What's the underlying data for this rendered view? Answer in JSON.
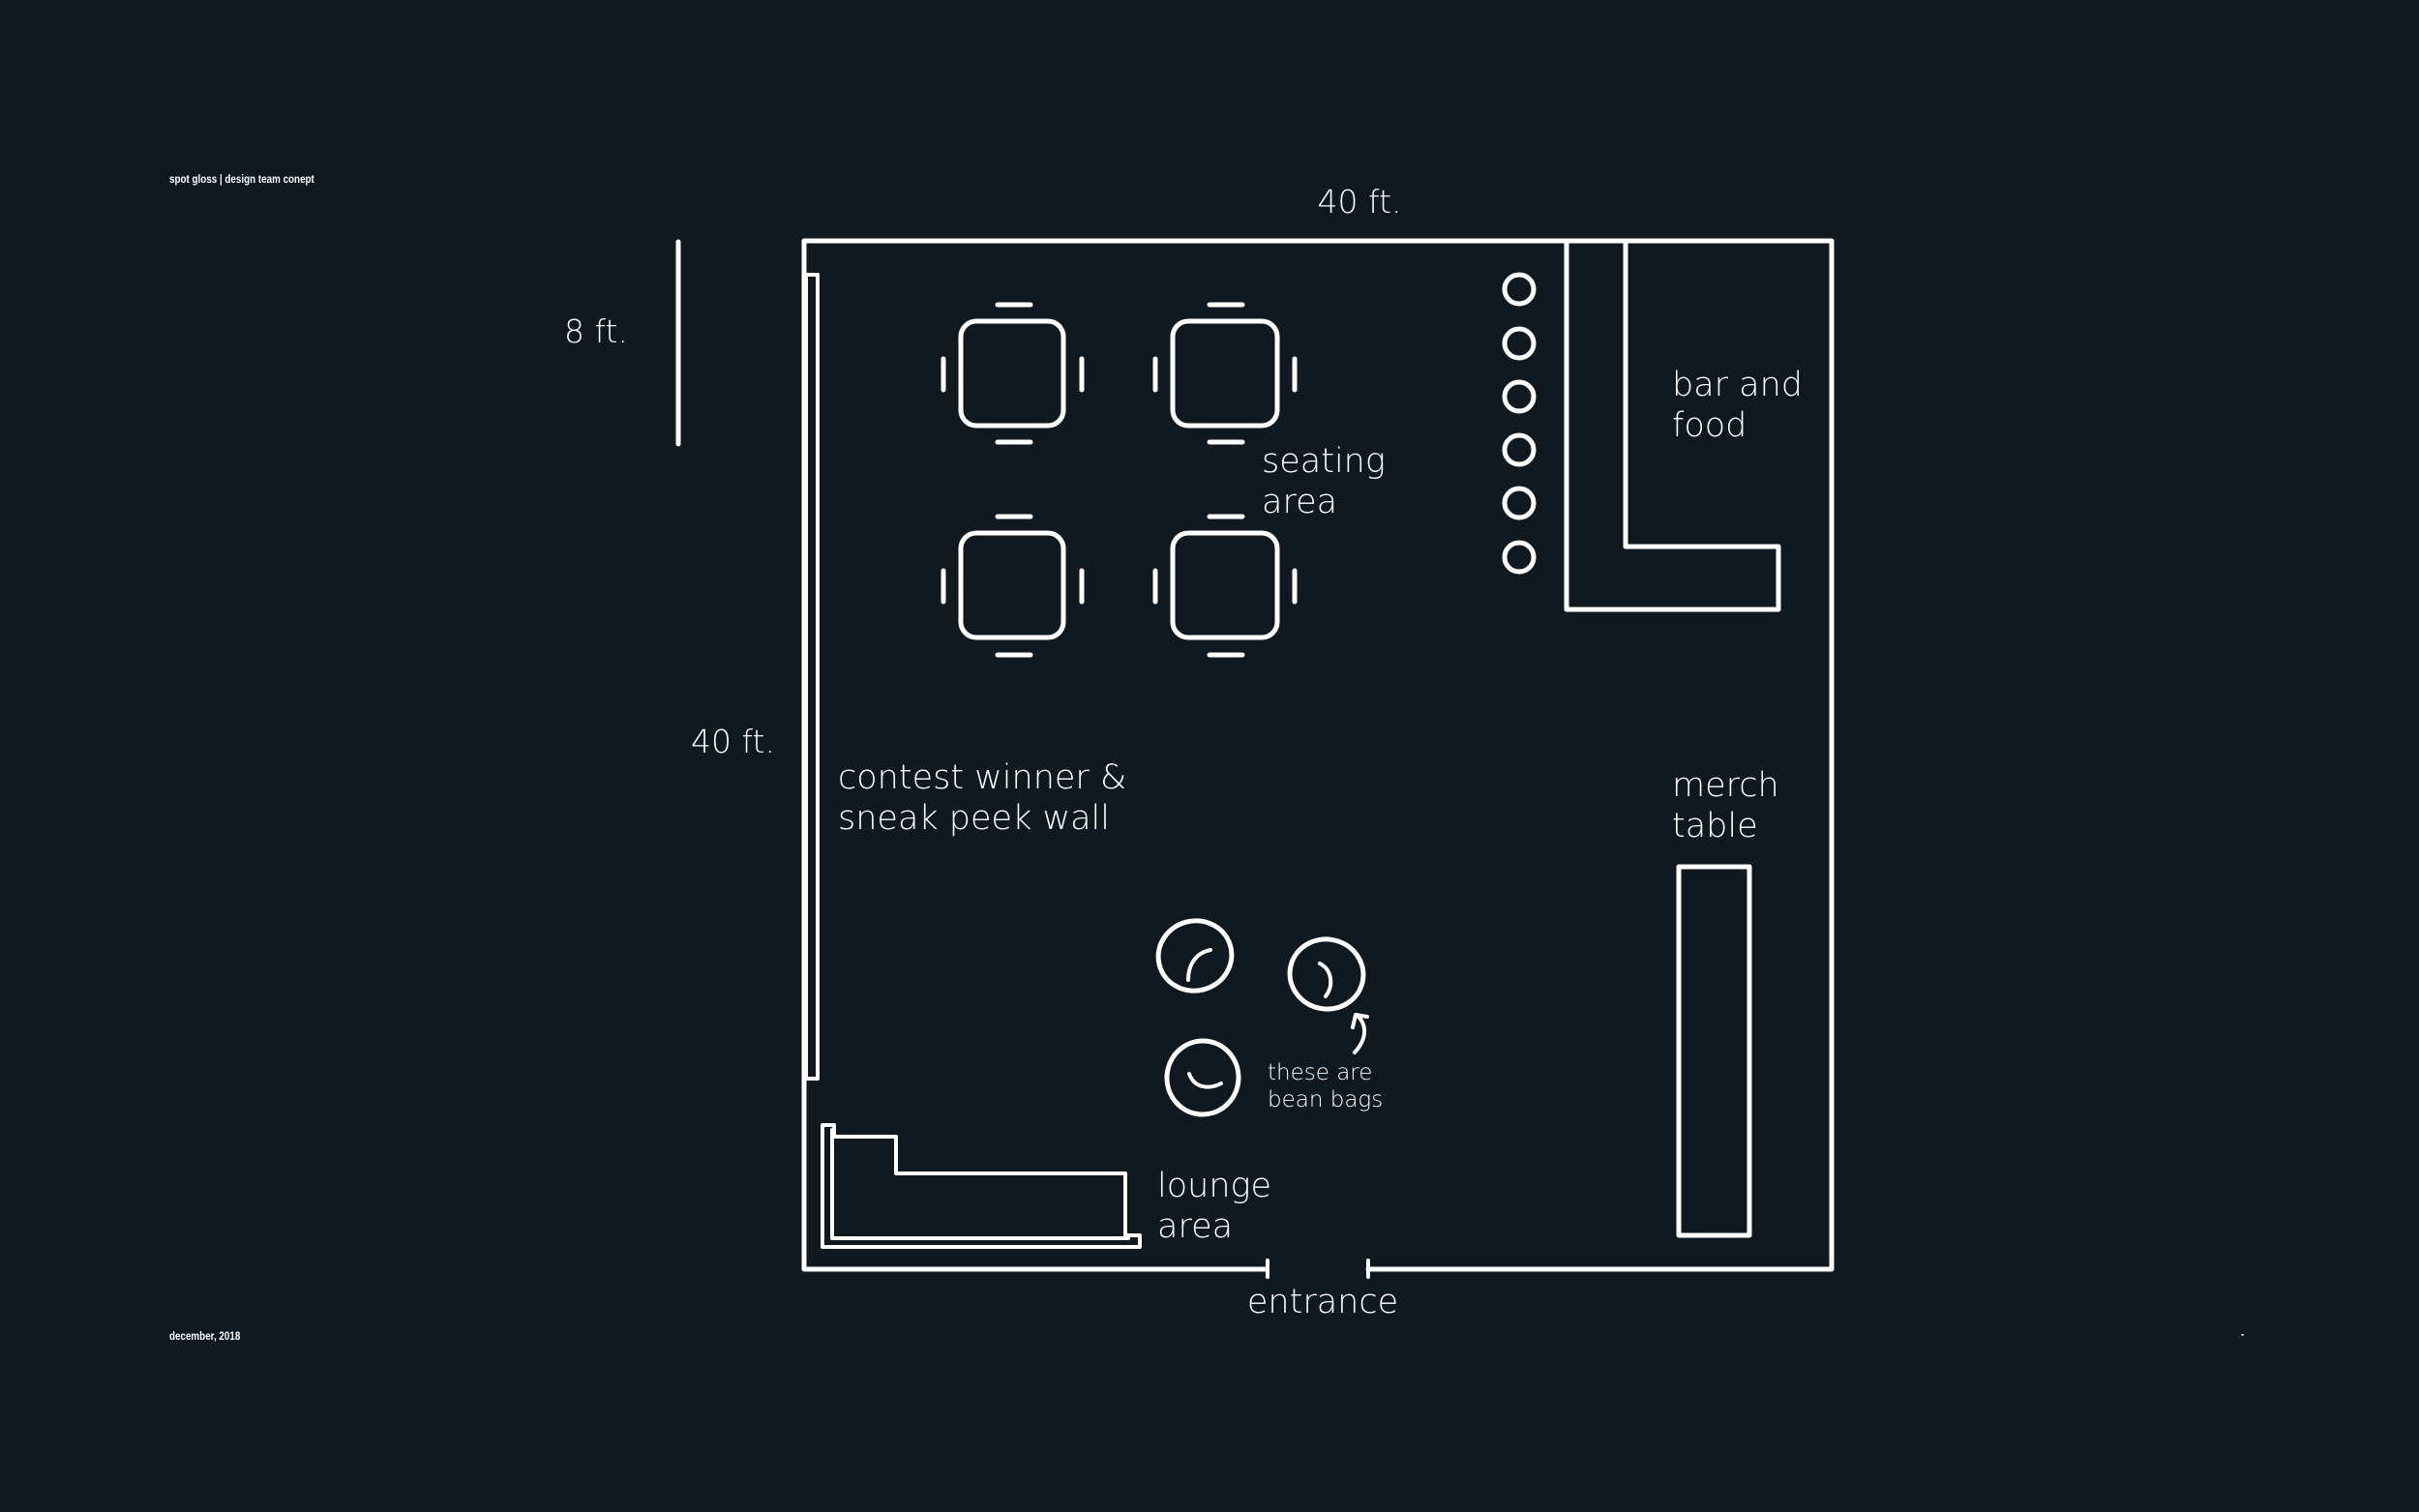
{
  "header": {
    "project_title": "spot gloss | design team conept"
  },
  "footer": {
    "date": "december, 2018",
    "page_marker": "-"
  },
  "dimensions": {
    "width": "40 ft.",
    "depth": "40 ft.",
    "scale_bar": "8 ft."
  },
  "areas": {
    "seating_line1": "seating",
    "seating_line2": "area",
    "bar_line1": "bar and",
    "bar_line2": "food",
    "wall_line1": "contest winner &",
    "wall_line2": "sneak peek wall",
    "merch_line1": "merch",
    "merch_line2": "table",
    "lounge_line1": "lounge",
    "lounge_line2": "area",
    "entrance": "entrance"
  },
  "annotations": {
    "beanbag_note_line1": "these are",
    "beanbag_note_line2": "bean bags"
  },
  "colors": {
    "background": "#101820",
    "line": "#ffffff"
  }
}
